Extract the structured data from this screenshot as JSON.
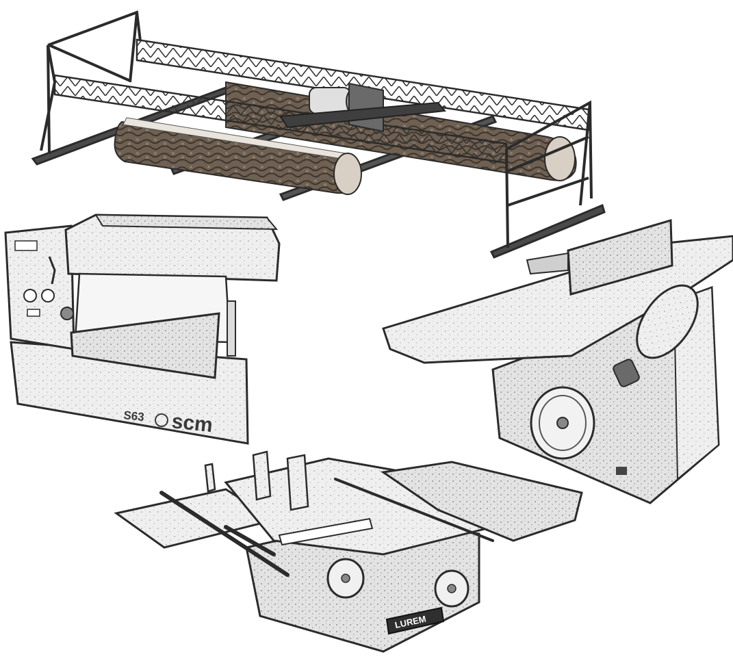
{
  "machines": {
    "sawmill": {
      "name": "portable-band-sawmill"
    },
    "planer": {
      "model_label": "S63",
      "brand_label": "scm"
    },
    "jointer": {
      "name": "jointer-planer"
    },
    "combination": {
      "brand_label": "LUREM"
    }
  },
  "colors": {
    "paper": "#ffffff",
    "ink": "#2b2b2b",
    "metal_light": "#e9e9e9",
    "metal_mid": "#cfcfcf",
    "wood": "#7d6d5e",
    "log_end": "#d8d0c4"
  }
}
